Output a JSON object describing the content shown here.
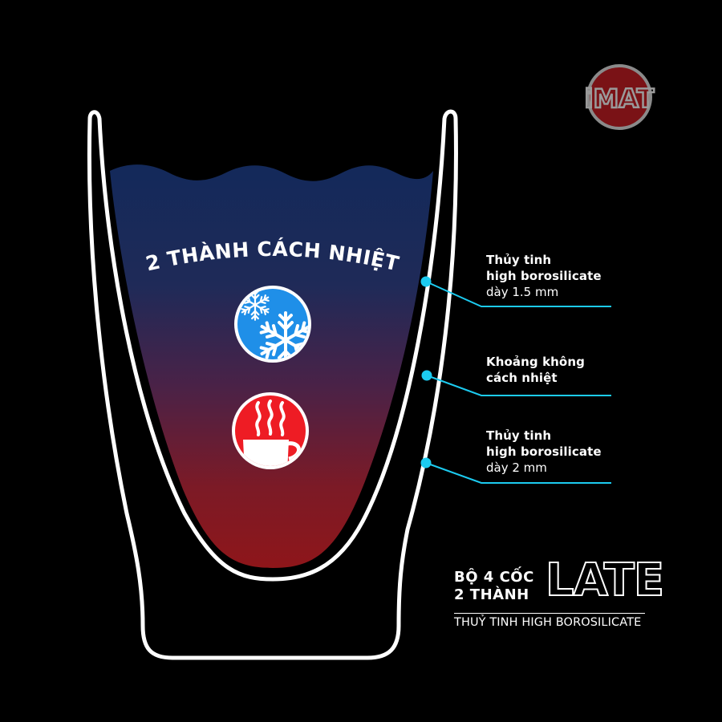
{
  "logo": {
    "text": "iMAT",
    "ring_color": "#8a8a8a",
    "fill_color": "#7a1216"
  },
  "cup": {
    "title": "2 THÀNH CÁCH NHIỆT",
    "liquid_top_color": "#13295a",
    "liquid_bottom_color": "#8e161a",
    "wall_color": "#ffffff",
    "icons": [
      {
        "name": "snowflake-icon",
        "color": "#1f8fe8",
        "meaning": "cold"
      },
      {
        "name": "hot-cup-icon",
        "color": "#ee1c24",
        "meaning": "hot"
      }
    ]
  },
  "callouts": [
    {
      "line1": "Thủy tinh",
      "line2": "high borosilicate",
      "line3": "dày 1.5 mm"
    },
    {
      "line1": "Khoảng không",
      "line2": "cách nhiệt"
    },
    {
      "line1": "Thủy tinh",
      "line2": "high borosilicate",
      "line3": "dày 2 mm"
    }
  ],
  "callout_color": "#1ccbf0",
  "brand": {
    "line1": "BỘ 4 CỐC",
    "line2": "2 THÀNH",
    "product": "LATE",
    "subtitle": "THUỶ TINH HIGH BOROSILICATE"
  }
}
